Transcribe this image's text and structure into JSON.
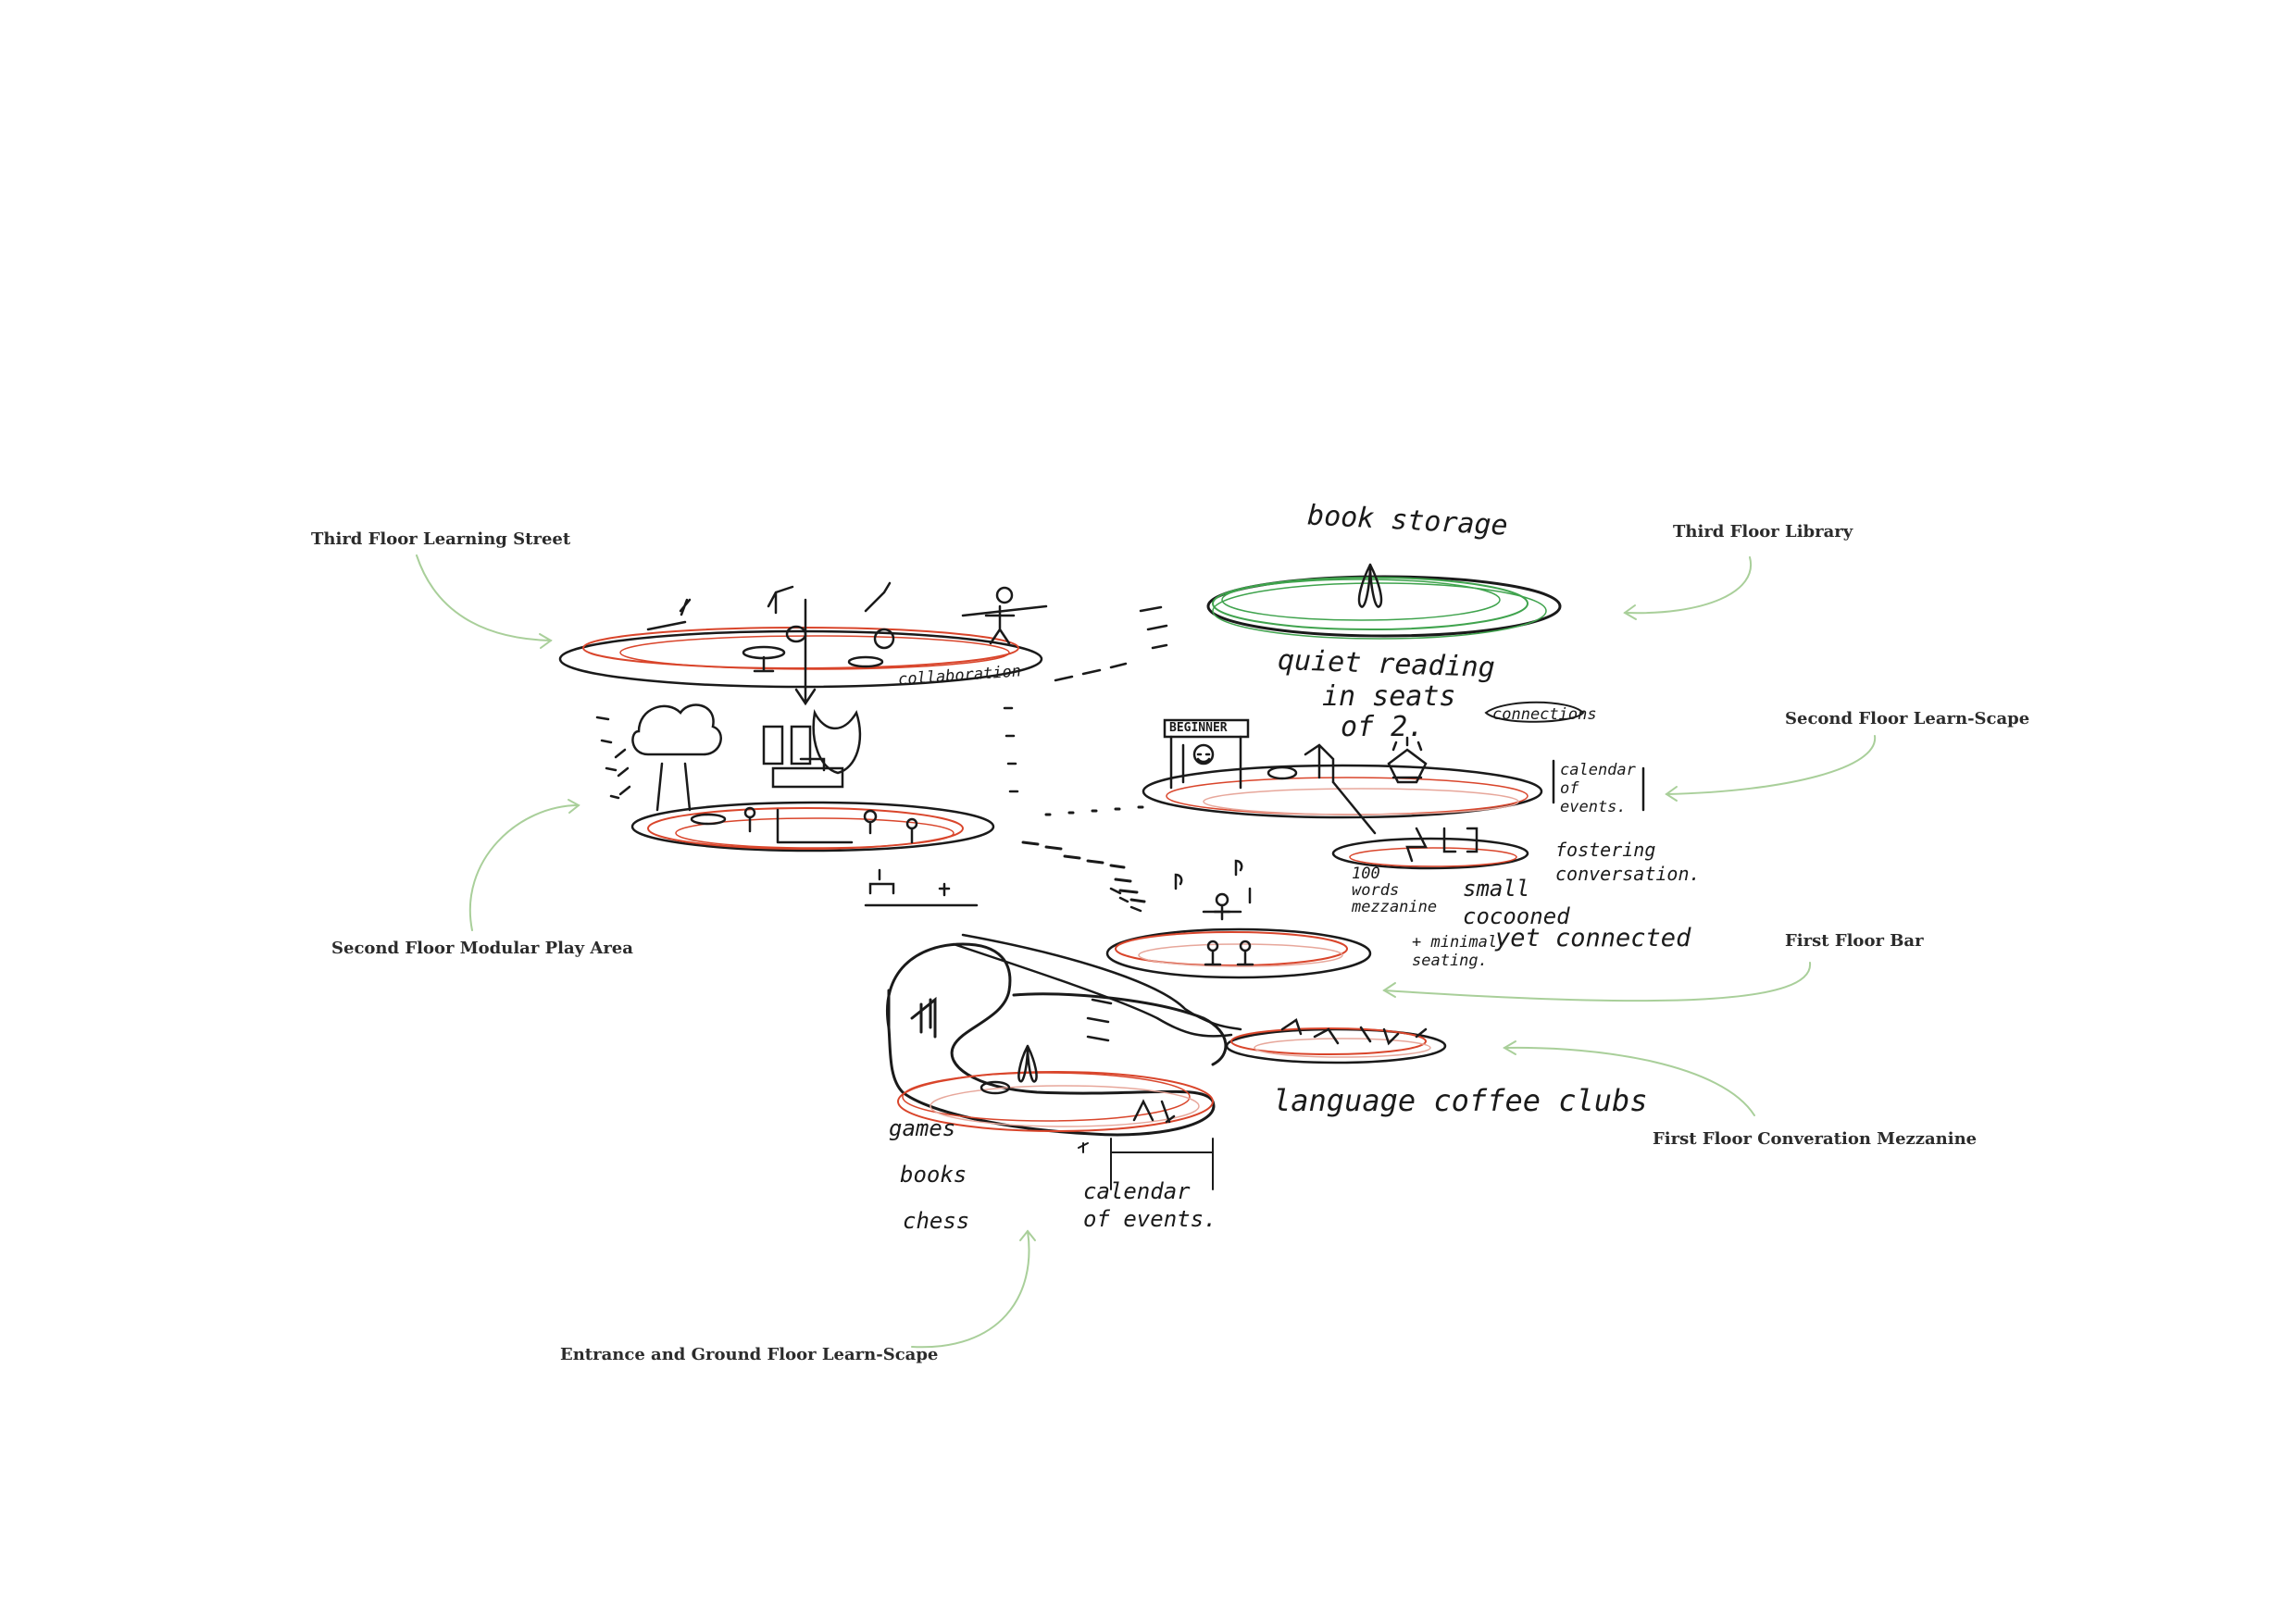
{
  "callouts": {
    "third_floor_learning_street": "Third Floor Learning Street",
    "third_floor_library": "Third Floor Library",
    "second_floor_learn_scape": "Second Floor Learn-Scape",
    "second_floor_modular_play_area": "Second Floor Modular Play Area",
    "first_floor_bar": "First Floor Bar",
    "first_floor_conversation_mezzanine": "First Floor Converation Mezzanine",
    "entrance_ground_floor": "Entrance and Ground Floor Learn-Scape"
  },
  "sketch_notes": {
    "book_storage": "book storage",
    "quiet_reading": "quiet reading",
    "in_seats": "in seats",
    "of_two": "of 2.",
    "connections": "connections",
    "collaboration": "collaboration",
    "beginner": "BEGINNER",
    "calendar_of_events_upper": "calendar of events.",
    "fostering_conversation": "fostering conversation.",
    "hundred_words_mezzanine": "100 words mezzanine",
    "small_cocooned": "small cocooned",
    "yet_connected": "yet connected",
    "minimal_seating": "+ minimal seating.",
    "language_coffee_clubs": "language coffee clubs",
    "games": "games",
    "books": "books",
    "chess": "chess",
    "calendar_of_events_lower": "calendar of events."
  },
  "colors": {
    "ink": "#1a1a1a",
    "red_pencil": "#d9452b",
    "green_pencil": "#3fa34d",
    "leader_green": "#a9cf9a",
    "label_text": "#2b2b2b"
  }
}
